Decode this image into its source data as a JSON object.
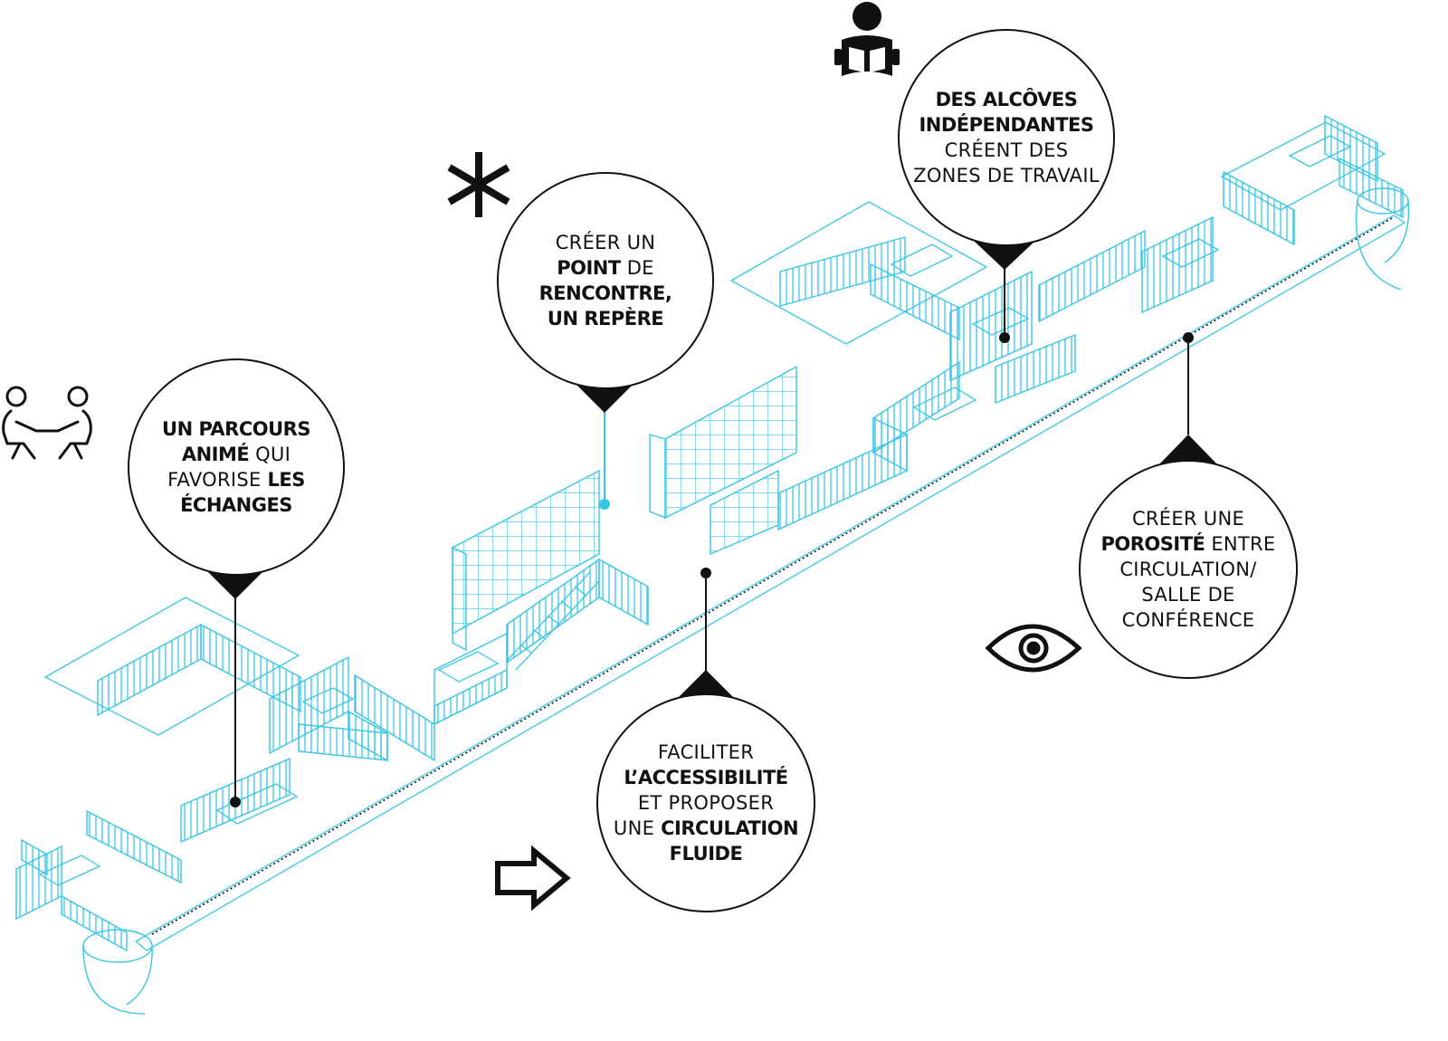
{
  "colors": {
    "structure": "#38c6e6",
    "ink": "#111111"
  },
  "icons": [
    "meeting-people-icon",
    "asterisk-icon",
    "reading-person-icon",
    "eye-icon",
    "arrow-right-icon"
  ],
  "callouts": {
    "parcours": {
      "lines": [
        [
          {
            "t": "UN PARCOURS",
            "b": true
          }
        ],
        [
          {
            "t": "ANIMÉ",
            "b": true
          },
          {
            "t": " QUI",
            "b": false
          }
        ],
        [
          {
            "t": "FAVORISE ",
            "b": false
          },
          {
            "t": "LES",
            "b": true
          }
        ],
        [
          {
            "t": "ÉCHANGES",
            "b": true
          }
        ]
      ]
    },
    "point": {
      "lines": [
        [
          {
            "t": "CRÉER UN",
            "b": false
          }
        ],
        [
          {
            "t": "POINT",
            "b": true
          },
          {
            "t": " DE",
            "b": false
          }
        ],
        [
          {
            "t": "RENCONTRE,",
            "b": true
          }
        ],
        [
          {
            "t": "UN REPÈRE",
            "b": true
          }
        ]
      ]
    },
    "alcoves": {
      "lines": [
        [
          {
            "t": "DES ALCÔVES",
            "b": true
          }
        ],
        [
          {
            "t": "INDÉPENDANTES",
            "b": true
          }
        ],
        [
          {
            "t": "CRÉENT DES",
            "b": false
          }
        ],
        [
          {
            "t": "ZONES DE TRAVAIL",
            "b": false
          }
        ]
      ]
    },
    "porosite": {
      "lines": [
        [
          {
            "t": "CRÉER UNE",
            "b": false
          }
        ],
        [
          {
            "t": "POROSITÉ",
            "b": true
          },
          {
            "t": " ENTRE",
            "b": false
          }
        ],
        [
          {
            "t": "CIRCULATION/",
            "b": false
          }
        ],
        [
          {
            "t": "SALLE DE",
            "b": false
          }
        ],
        [
          {
            "t": "CONFÉRENCE",
            "b": false
          }
        ]
      ]
    },
    "accessibilite": {
      "lines": [
        [
          {
            "t": "FACILITER",
            "b": false
          }
        ],
        [
          {
            "t": "L’ACCESSIBILITÉ",
            "b": true
          }
        ],
        [
          {
            "t": "ET PROPOSER",
            "b": false
          }
        ],
        [
          {
            "t": "UNE ",
            "b": false
          },
          {
            "t": "CIRCULATION",
            "b": true
          }
        ],
        [
          {
            "t": "FLUIDE",
            "b": true
          }
        ]
      ]
    }
  }
}
